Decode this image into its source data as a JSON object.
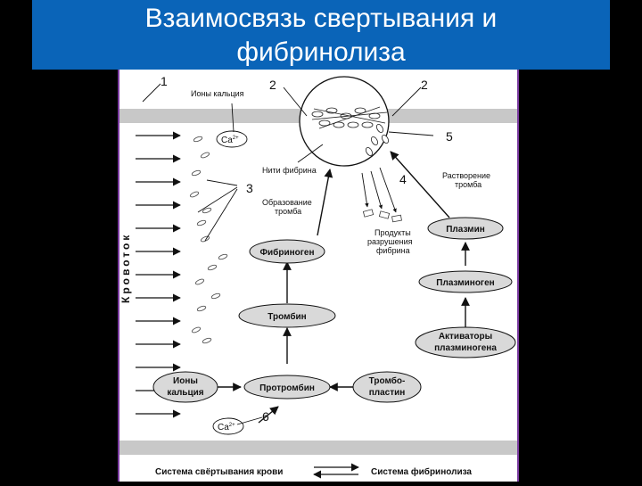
{
  "slide": {
    "title_line1": "Взаимосвязь свертывания и",
    "title_line2": "фибринолиза"
  },
  "diagram": {
    "num1": "1",
    "num2_left": "2",
    "num2_right": "2",
    "num3": "3",
    "num4": "4",
    "num5": "5",
    "num6": "6",
    "calcium_ions_label": "Ионы кальция",
    "ca_top": "Ca",
    "ca_top_charge": "2+",
    "ca_bottom": "Ca",
    "ca_bottom_charge": "2+",
    "fibrin_threads_label": "Нити фибрина",
    "thrombus_formation_line1": "Образование",
    "thrombus_formation_line2": "тромба",
    "thrombus_dissolution_line1": "Растворение",
    "thrombus_dissolution_line2": "тромба",
    "degradation_products_line1": "Продукты",
    "degradation_products_line2": "разрушения",
    "degradation_products_line3": "фибрина",
    "blood_flow": "Кровоток",
    "fibrinogen": "Фибриноген",
    "thrombin": "Тромбин",
    "prothrombin": "Протромбин",
    "ions_calcium_line1": "Ионы",
    "ions_calcium_line2": "кальция",
    "thromboplastin_line1": "Тромбо-",
    "thromboplastin_line2": "пластин",
    "plasmin": "Плазмин",
    "plasminogen": "Плазминоген",
    "activators_line1": "Активаторы",
    "activators_line2": "плазминогена",
    "legend_coagulation": "Система свёртывания крови",
    "legend_fibrinolysis": "Система фибринолиза"
  }
}
